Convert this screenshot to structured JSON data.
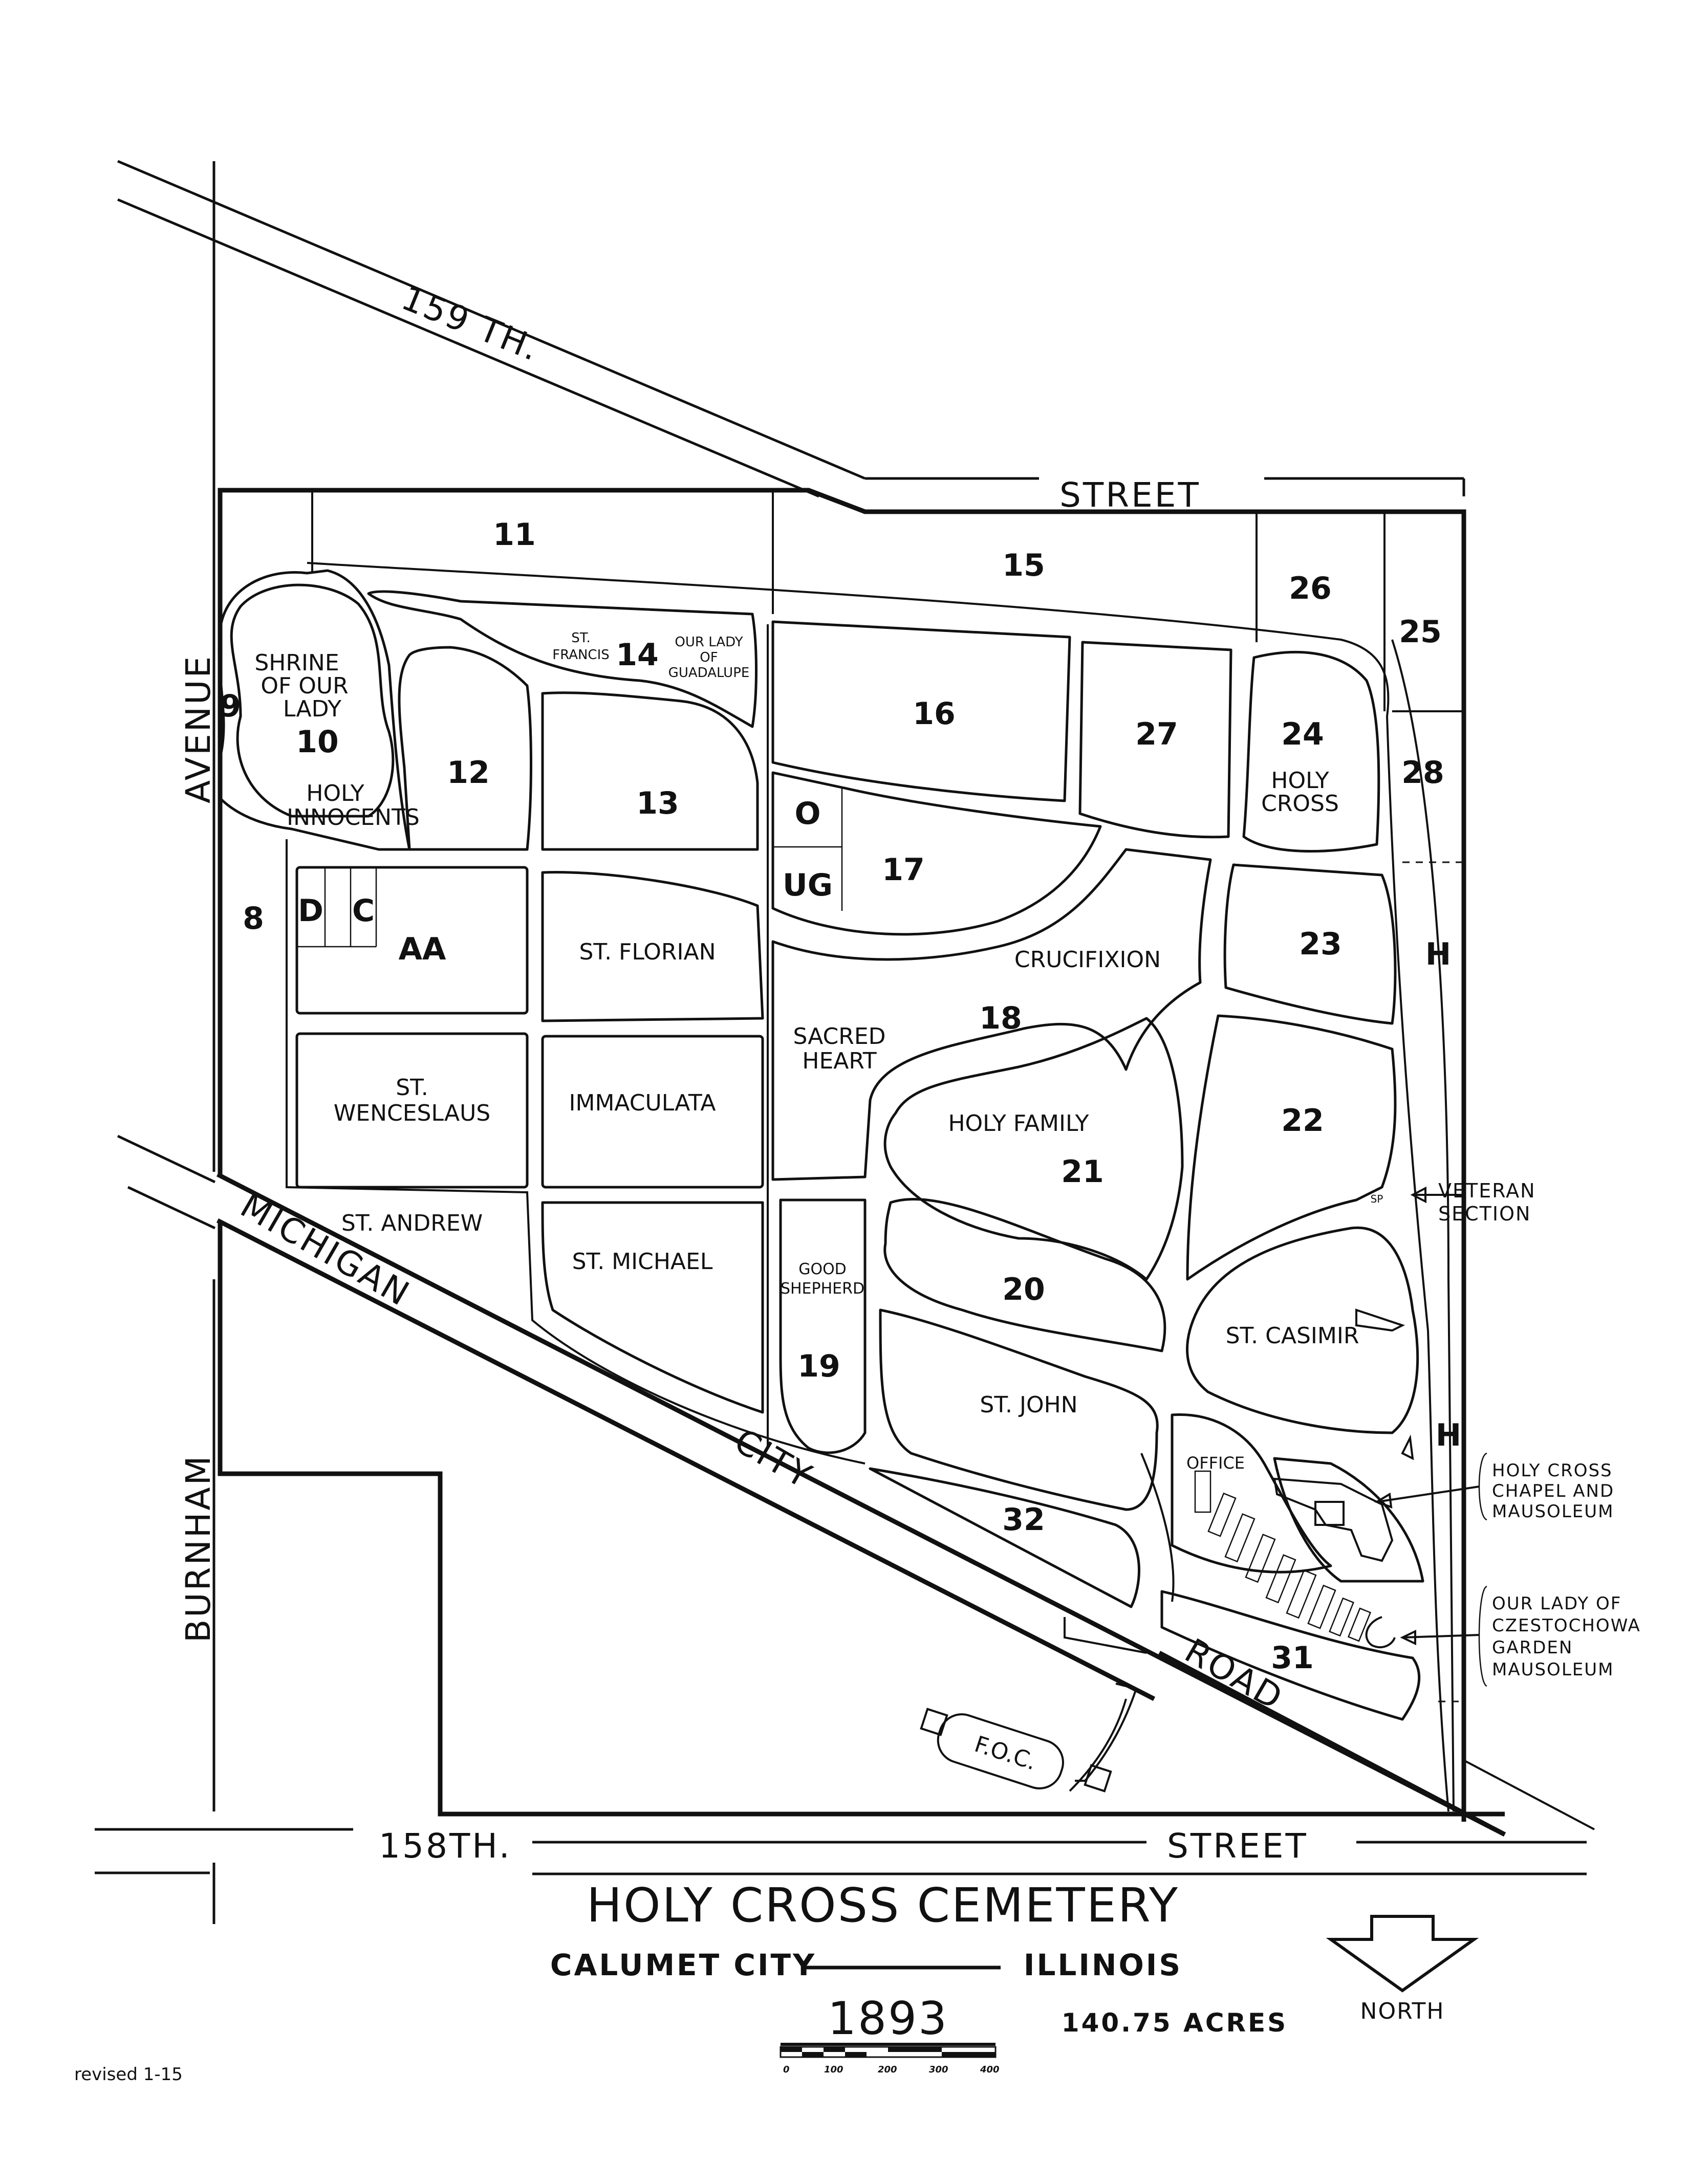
{
  "title": "HOLY CROSS CEMETERY",
  "location": {
    "city": "CALUMET CITY",
    "state": "ILLINOIS"
  },
  "year": "1893",
  "area": "140.75 ACRES",
  "north_label": "NORTH",
  "revision": "revised 1-15",
  "scale_ticks": [
    "0",
    "100",
    "200",
    "300",
    "400"
  ],
  "streets": {
    "th159_a": "159 TH.",
    "th159_b": "STREET",
    "th158_a": "158TH.",
    "th158_b": "STREET",
    "avenue": "AVENUE",
    "burnham": "BURNHAM",
    "michigan": "MICHIGAN",
    "city": "CITY",
    "road": "ROAD"
  },
  "sections": {
    "s11": "11",
    "s15": "15",
    "s26": "26",
    "s25": "25",
    "s28": "28",
    "s14": "14",
    "s16": "16",
    "s27": "27",
    "s24": "24",
    "s9": "9",
    "s10": "10",
    "s12": "12",
    "s13": "13",
    "s8": "8",
    "sD": "D",
    "sC": "C",
    "sAA": "AA",
    "sO": "O",
    "sUG": "UG",
    "s17": "17",
    "s23": "23",
    "s18": "18",
    "s22": "22",
    "s21": "21",
    "s20": "20",
    "s19": "19",
    "s32": "32",
    "s31": "31",
    "sH1": "H",
    "sH2": "H"
  },
  "names": {
    "shrine": [
      "SHRINE",
      "OF OUR",
      "LADY"
    ],
    "holy_innocents": [
      "HOLY",
      "INNOCENTS"
    ],
    "st_francis": [
      "ST.",
      "FRANCIS"
    ],
    "guadalupe": [
      "OUR LADY",
      "OF",
      "GUADALUPE"
    ],
    "holy_cross": [
      "HOLY",
      "CROSS"
    ],
    "st_florian": "ST. FLORIAN",
    "crucifixion": "CRUCIFIXION",
    "sacred_heart": [
      "SACRED",
      "HEART"
    ],
    "st_wenceslaus": [
      "ST.",
      "WENCESLAUS"
    ],
    "immaculata": "IMMACULATA",
    "holy_family": "HOLY FAMILY",
    "st_andrew": "ST. ANDREW",
    "st_michael": "ST. MICHAEL",
    "good_shepherd": [
      "GOOD",
      "SHEPHERD"
    ],
    "st_casimir": "ST. CASIMIR",
    "st_john": "ST. JOHN",
    "office": "OFFICE",
    "foc": "F.O.C.",
    "sp": "SP"
  },
  "callouts": {
    "veteran": [
      "VETERAN",
      "SECTION"
    ],
    "chapel": [
      "HOLY CROSS",
      "CHAPEL AND",
      "MAUSOLEUM"
    ],
    "czestochowa": [
      "OUR LADY OF",
      "CZESTOCHOWA",
      "GARDEN",
      "MAUSOLEUM"
    ]
  }
}
